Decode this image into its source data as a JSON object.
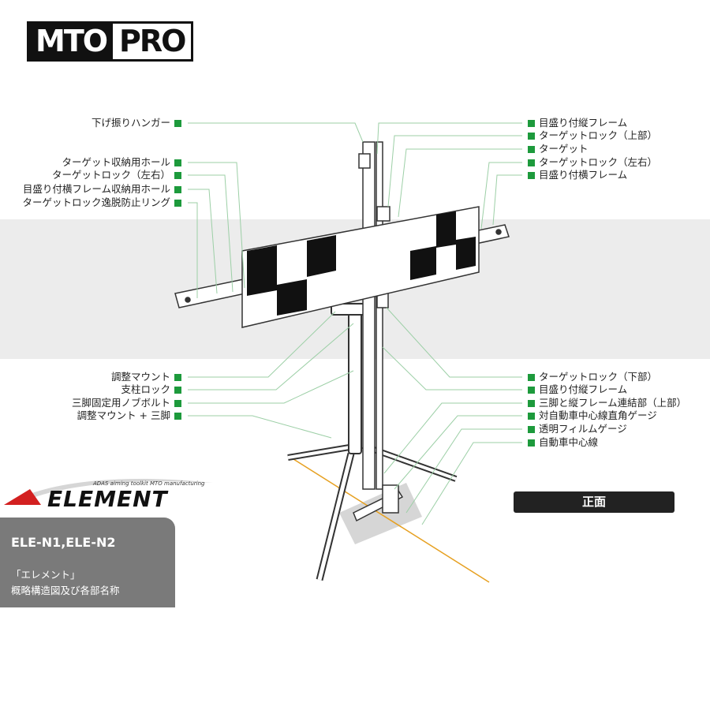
{
  "logo": {
    "part1": "MTO",
    "part2": "PRO"
  },
  "labels_left": [
    "下げ振りハンガー",
    "ターゲット収納用ホール",
    "ターゲットロック（左右）",
    "目盛り付横フレーム収納用ホール",
    "ターゲットロック逸脱防止リング",
    "調整マウント",
    "支柱ロック",
    "三脚固定用ノブボルト",
    "調整マウント + 三脚"
  ],
  "labels_right": [
    "目盛り付縦フレーム",
    "ターゲットロック（上部）",
    "ターゲット",
    "ターゲットロック（左右）",
    "目盛り付横フレーム",
    "ターゲットロック（下部）",
    "目盛り付縦フレーム",
    "三脚と縦フレーム連結部（上部）",
    "対自動車中心線直角ゲージ",
    "透明フィルムゲージ",
    "自動車中心線"
  ],
  "front_label": "正面",
  "brand": {
    "tagline": "ADAS aiming toolkit MTO manufacturing",
    "name": "ELEMENT"
  },
  "model": {
    "code": "ELE-N1,ELE-N2",
    "name": "「エレメント」",
    "desc": "概略構造図及び各部名称"
  },
  "colors": {
    "marker": "#1d9a3c",
    "leader": "#9ccfa6",
    "band": "#ececec",
    "centerline": "#e6a020"
  }
}
